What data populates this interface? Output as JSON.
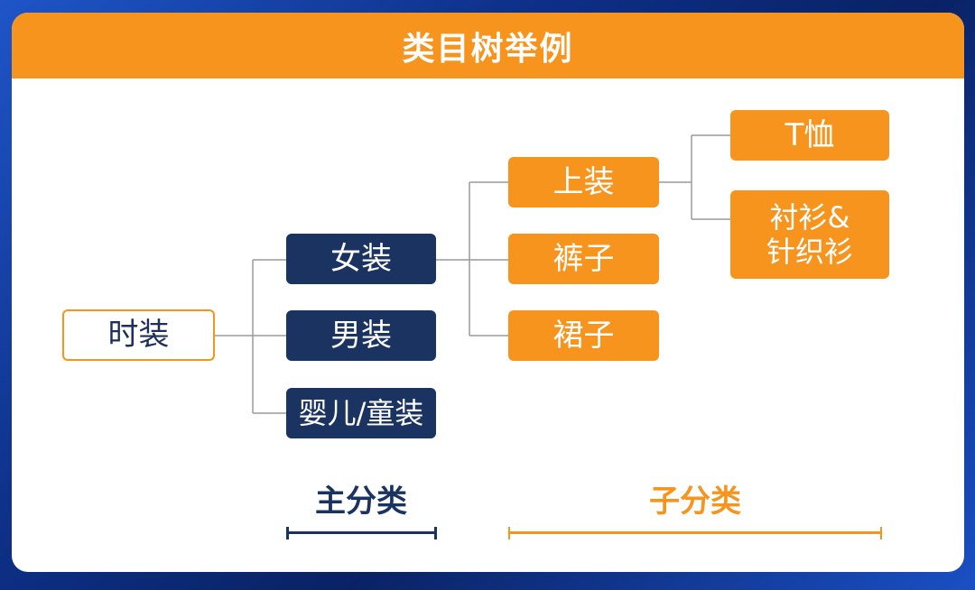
{
  "title": "类目树举例",
  "tree": {
    "root": "时装",
    "main_categories": [
      "女装",
      "男装",
      "婴儿/童装"
    ],
    "women_children": [
      "上装",
      "裤子",
      "裙子"
    ],
    "top_children": [
      "T恤",
      "衬衫&",
      "针织衫"
    ]
  },
  "legend": {
    "main_label": "主分类",
    "sub_label": "子分类"
  },
  "colors": {
    "accent_orange": "#f7941d",
    "navy": "#1b3361",
    "background_blue": "#0d2f86"
  }
}
